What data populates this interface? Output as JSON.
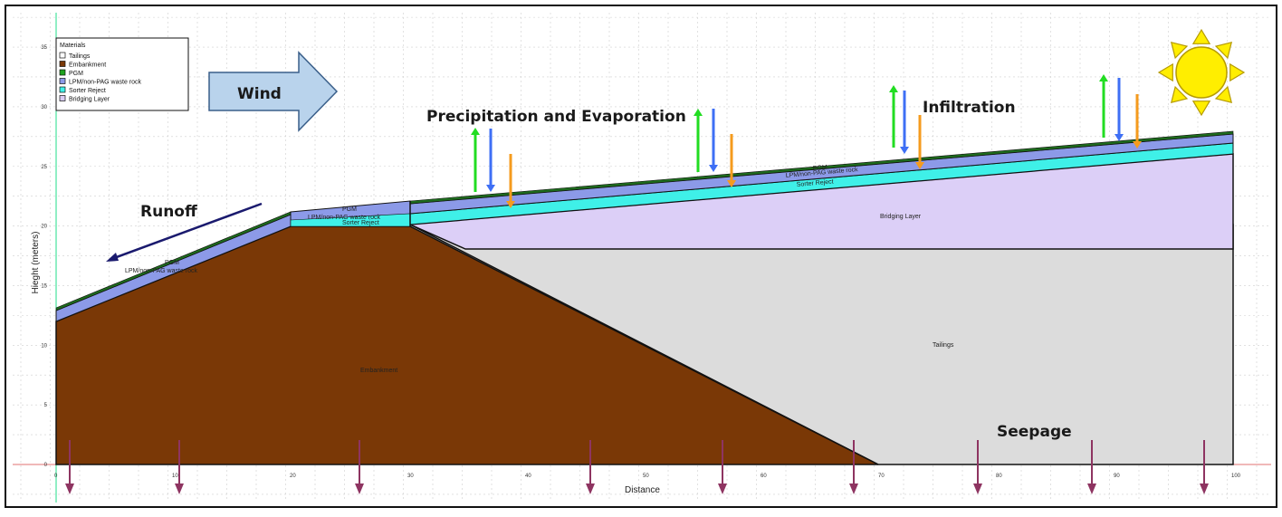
{
  "axes": {
    "xlabel": "Distance",
    "ylabel": "Hieght (meters)",
    "xticks": [
      "0",
      "10",
      "20",
      "30",
      "40",
      "50",
      "60",
      "70",
      "80",
      "90",
      "100"
    ],
    "yticks": [
      "0",
      "5",
      "10",
      "15",
      "20",
      "25",
      "30",
      "35"
    ]
  },
  "legend": {
    "title": "Materials",
    "items": [
      {
        "label": "Tailings",
        "color": "#ffffff"
      },
      {
        "label": "Embankment",
        "color": "#7a3806"
      },
      {
        "label": "PGM",
        "color": "#1fa31f"
      },
      {
        "label": "LPM/non-PAG waste rock",
        "color": "#8c9ae8"
      },
      {
        "label": "Sorter Reject",
        "color": "#3ff0e8"
      },
      {
        "label": "Bridging Layer",
        "color": "#d9ccf5"
      }
    ]
  },
  "labels": {
    "wind": "Wind",
    "runoff": "Runoff",
    "precip": "Precipitation and Evaporation",
    "infiltration": "Infiltration",
    "seepage": "Seepage"
  },
  "regions": {
    "embankment": "Embankment",
    "tailings": "Tailings",
    "bridging": "Bridging Layer",
    "sorter_reject": "Sorter Reject",
    "lpm": "LPM/non-PAG waste rock",
    "pgm": "PGM"
  },
  "colors": {
    "embankment": "#7a3806",
    "tailings": "#dcdcdc",
    "bridging": "#dccff7",
    "sorter": "#3ff0e8",
    "lpm": "#8c9ae8",
    "pgm": "#1e6b1e",
    "wind_fill": "#b9d3ec",
    "runoff_arrow": "#1a1a6e",
    "seepage_arrow": "#8e3461",
    "precip_up": "#22dd22",
    "precip_down": "#3e6ff5",
    "infiltration": "#f59b1e",
    "sun": "#ffee00"
  },
  "icons": [
    "sun-icon",
    "wind-arrow-icon"
  ]
}
